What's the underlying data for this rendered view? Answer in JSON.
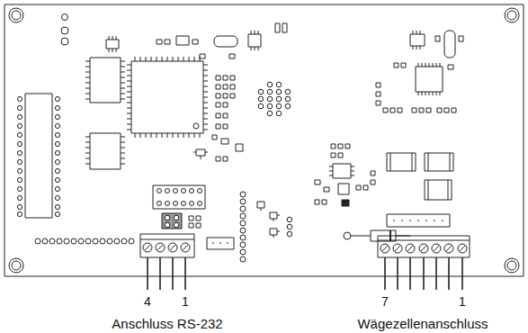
{
  "diagram": {
    "labels": [
      "4",
      "1",
      "7",
      "1",
      "Anschluss RS-232",
      "Wägezellenanschluss"
    ]
  }
}
